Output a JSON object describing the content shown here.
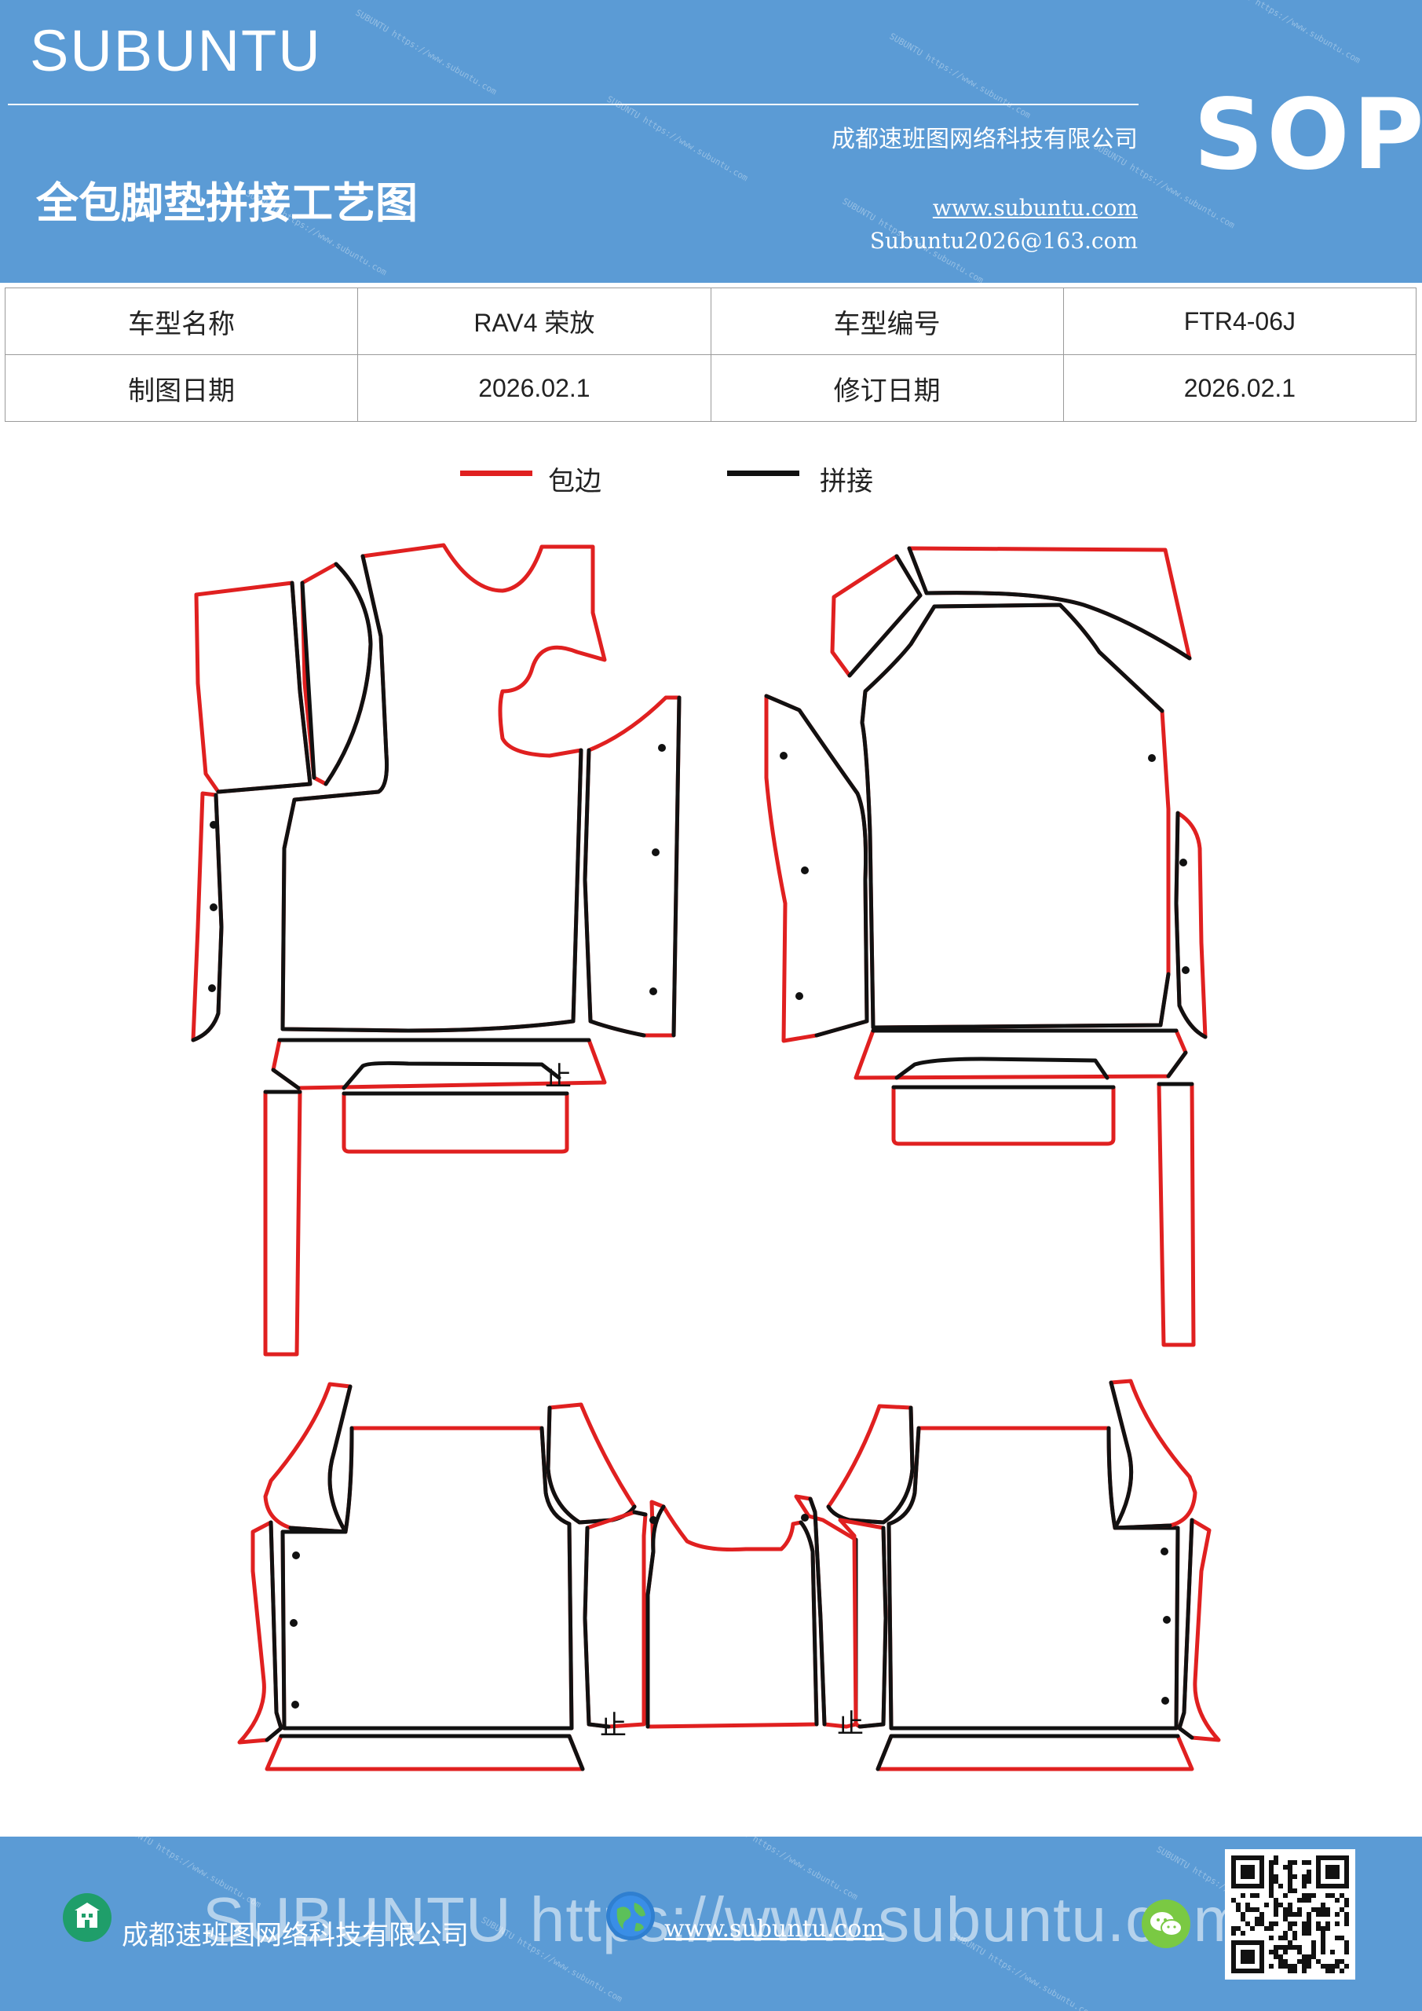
{
  "header": {
    "brand": "SUBUNTU",
    "title": "全包脚垫拼接工艺图",
    "company": "成都速班图网络科技有限公司",
    "website": "www.subuntu.com",
    "email": "Subuntu2026@163.com",
    "badge": "SOP"
  },
  "info": {
    "model_name_label": "车型名称",
    "model_name_value": "RAV4 荣放",
    "model_code_label": "车型编号",
    "model_code_value": "FTR4-06J",
    "draw_date_label": "制图日期",
    "draw_date_value": "2026.02.1",
    "revise_date_label": "修订日期",
    "revise_date_value": "2026.02.1"
  },
  "legend": {
    "edge_label": "包边",
    "edge_color": "#e02020",
    "splice_label": "拼接",
    "splice_color": "#111111"
  },
  "drawing": {
    "stop_mark": "止"
  },
  "footer": {
    "company": "成都速班图网络科技有限公司",
    "website": "www.subuntu.com",
    "watermark": "SUBUNTU https://www.subuntu.com"
  },
  "icons": {
    "company_icon": "building-icon",
    "web_icon": "globe-icon",
    "chat_icon": "wechat-icon",
    "qr": "qr-code"
  }
}
